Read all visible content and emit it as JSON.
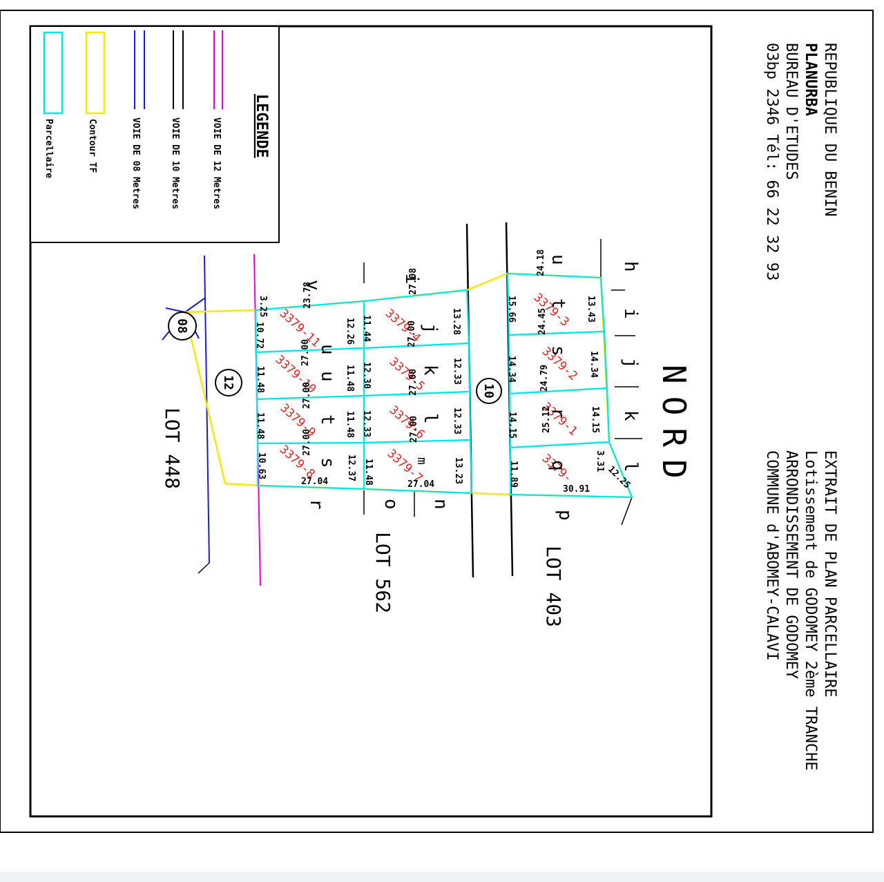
{
  "header": {
    "line1": "REPUBLIQUE DU BENIN",
    "line2": "PLANURBA",
    "line3": "BUREAU D'ETUDES",
    "line4": "03bp 2346 Tél: 66 22 32 93"
  },
  "title_block": {
    "line1": "EXTRAIT DE PLAN PARCELLAIRE",
    "line2": "Lotissement de GODOMEY 2ème TRANCHE",
    "line3": "ARRONDISSEMENT DE GODOMEY",
    "line4": "COMMUNE d'ABOMEY-CALAVI"
  },
  "north_label": "NORD",
  "legend": {
    "title": "LEGENDE",
    "items": [
      {
        "label": "VOIE DE 12 Metres",
        "color": "#e000e0"
      },
      {
        "label": "VOIE DE 10 Metres",
        "color": "#000000"
      },
      {
        "label": "VOIE DE 08 Metres",
        "color": "#1a1ad6"
      },
      {
        "label": "Contour TF",
        "color": "#f2ea00"
      },
      {
        "label": "Parcellaire",
        "color": "#00e5e5"
      }
    ]
  },
  "lots": {
    "lot403": "LOT 403",
    "lot562": "LOT 562",
    "lot448": "LOT 448"
  },
  "roads": {
    "r10": "10",
    "r12": "12",
    "r08": "08"
  },
  "parcels": {
    "p1": "3379-1",
    "p2": "3379-2",
    "p3": "3379-3",
    "p4": "3379-4",
    "p5": "3379-5",
    "p6": "3379-6",
    "p7": "3379-7",
    "p8": "3379-8",
    "p9": "3379-9",
    "p10": "3379-10",
    "p11": "3379-11",
    "p0": "3379-"
  },
  "dims": {
    "a1": "24.18",
    "a2": "15.66",
    "a3": "13.43",
    "a4": "24.45",
    "a5": "14.34",
    "a6": "14.34",
    "a7": "24.79",
    "a8": "14.15",
    "a9": "14.15",
    "a10": "25.12",
    "a11": "11.89",
    "a12": "3.31",
    "a13": "12.25",
    "a14": "30.91",
    "b1": "27.08",
    "b2": "13.28",
    "b3": "11.44",
    "b4": "27.00",
    "b5": "12.33",
    "b6": "12.30",
    "b7": "27.00",
    "b8": "12.33",
    "b9": "12.33",
    "b10": "27.00",
    "b11": "13.23",
    "b12": "11.48",
    "b13": "27.04",
    "c1": "23.78",
    "c2": "12.26",
    "c3": "10.72",
    "c4": "3.25",
    "c5": "27.00",
    "c6": "11.48",
    "c7": "11.48",
    "c8": "27.00",
    "c9": "11.48",
    "c10": "11.48",
    "c11": "27.00",
    "c12": "12.37",
    "c13": "10.63",
    "c14": "27.04"
  },
  "letters": {
    "h": "h",
    "i": "i",
    "j": "j",
    "k": "k",
    "l": "l",
    "n": "n",
    "o": "o",
    "p": "p",
    "q": "q",
    "r": "r",
    "s": "s",
    "t": "t",
    "u": "u",
    "v": "v",
    "m": "m"
  }
}
